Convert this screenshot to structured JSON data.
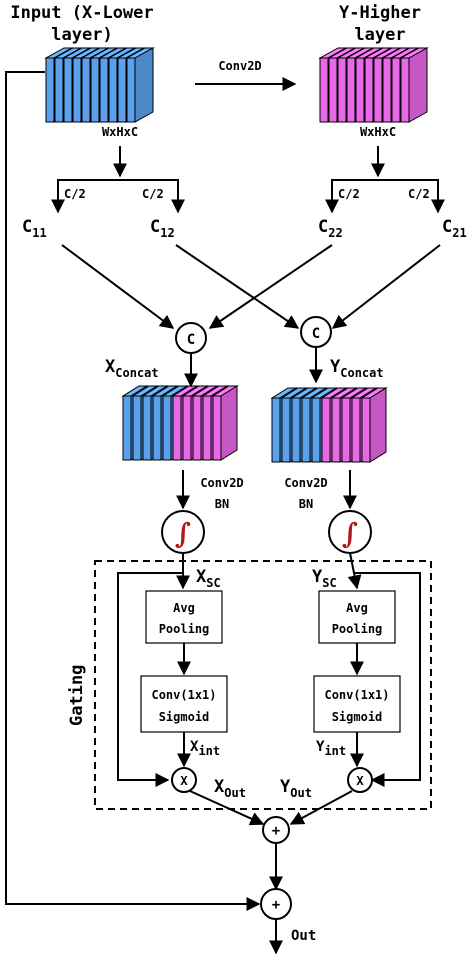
{
  "input": {
    "title_line1": "Input (X-Lower",
    "title_line2": "layer)",
    "dims": "WxHxC"
  },
  "higher": {
    "title_line1": "Y-Higher",
    "title_line2": "layer",
    "dims": "WxHxC"
  },
  "conv_top": "Conv2D",
  "split": {
    "half": "C/2",
    "c11": "C",
    "c11_sub": "11",
    "c12": "C",
    "c12_sub": "12",
    "c22": "C",
    "c22_sub": "22",
    "c21": "C",
    "c21_sub": "21"
  },
  "concat": {
    "symbol": "C",
    "x_label": "X",
    "x_sub": "Concat",
    "y_label": "Y",
    "y_sub": "Concat"
  },
  "left_conv": {
    "line1": "Conv2D",
    "line2": "BN"
  },
  "right_conv": {
    "line1": "Conv2D",
    "line2": "BN"
  },
  "sigmoid_symbol": "∫",
  "gating": {
    "label": "Gating",
    "xsc": "X",
    "xsc_sub": "SC",
    "ysc": "Y",
    "ysc_sub": "SC",
    "avg_line1": "Avg",
    "avg_line2": "Pooling",
    "conv_line1": "Conv(1x1)",
    "conv_line2": "Sigmoid",
    "xint": "X",
    "xint_sub": "int",
    "yint": "Y",
    "yint_sub": "int",
    "mult": "X",
    "xout": "X",
    "xout_sub": "Out",
    "yout": "Y",
    "yout_sub": "Out"
  },
  "plus": "+",
  "out": "Out",
  "colors": {
    "blue": "#5aa0ec",
    "magenta": "#e868e8",
    "sigmoid": "#b01818"
  }
}
